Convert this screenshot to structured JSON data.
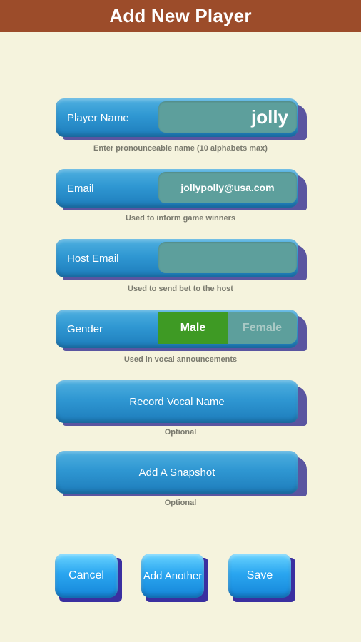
{
  "header": {
    "title": "Add New Player"
  },
  "player_name": {
    "label": "Player Name",
    "value": "jolly",
    "hint": "Enter pronounceable name (10 alphabets max)"
  },
  "email": {
    "label": "Email",
    "value": "jollypolly@usa.com",
    "hint": "Used to inform game winners"
  },
  "host_email": {
    "label": "Host Email",
    "value": "",
    "hint": "Used to send bet to the host"
  },
  "gender": {
    "label": "Gender",
    "male": "Male",
    "female": "Female",
    "selected": "Male",
    "hint": "Used in vocal announcements"
  },
  "record_vocal": {
    "label": "Record Vocal Name",
    "hint": "Optional"
  },
  "snapshot": {
    "label": "Add A Snapshot",
    "hint": "Optional"
  },
  "buttons": {
    "cancel": "Cancel",
    "add_another": "Add Another",
    "save": "Save"
  },
  "colors": {
    "header_bg": "#9c4c2a",
    "page_bg": "#f5f3dd",
    "bar_blue": "#2f97d2",
    "field_teal": "#5d9f9c",
    "selected_green": "#3e9a24",
    "shadow_purple": "#5a55a0"
  }
}
